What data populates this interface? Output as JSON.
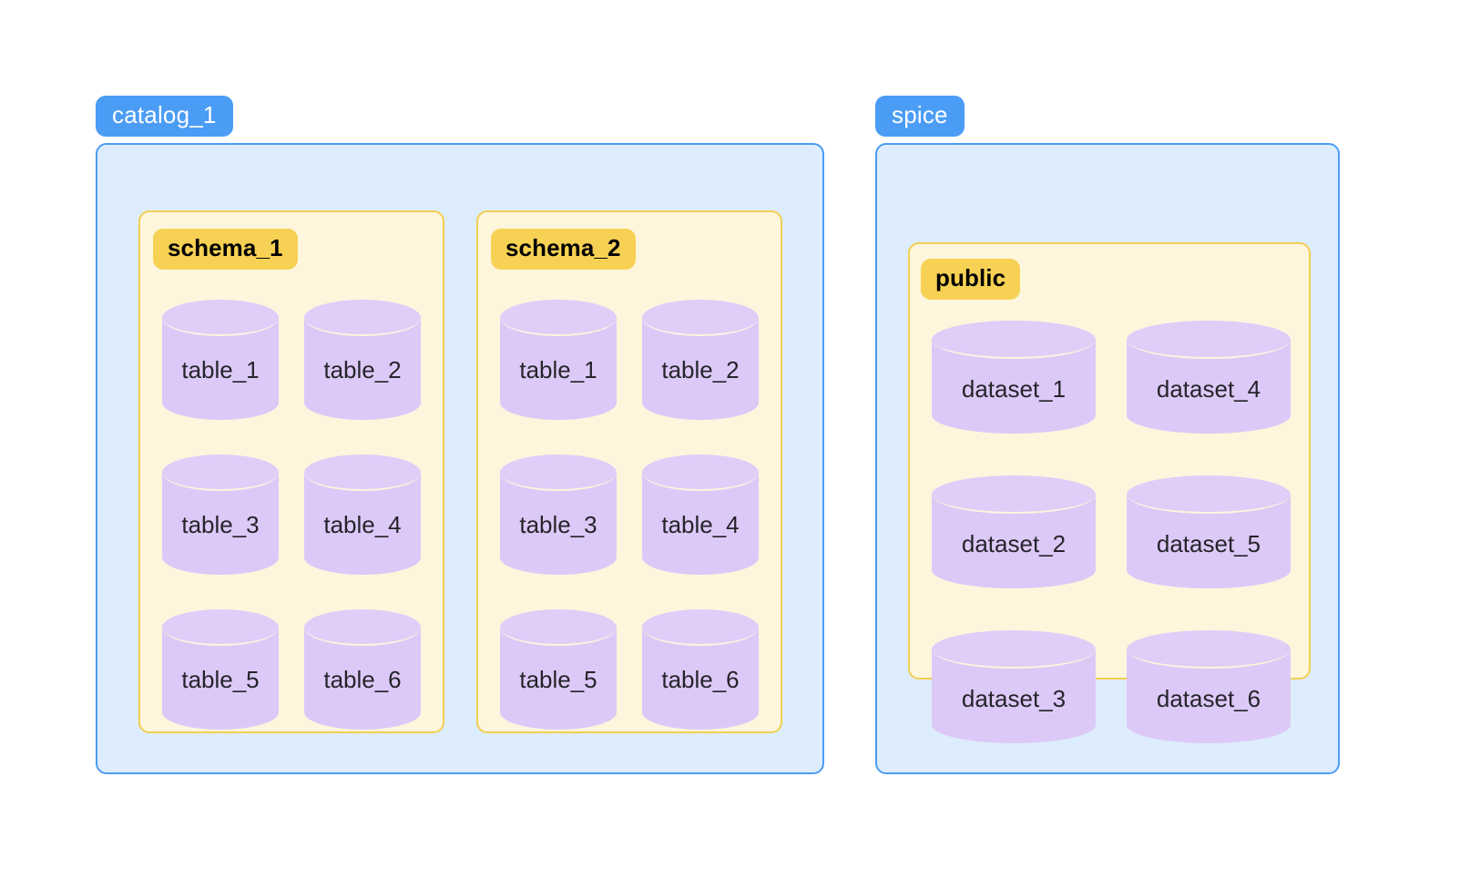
{
  "diagram": {
    "title": "Catalog / schema / table hierarchy diagram",
    "colors": {
      "catalog_badge_bg": "#4b9cf5",
      "catalog_badge_text": "#ffffff",
      "catalog_box_bg": "#ddedfd",
      "catalog_box_border": "#4b9cf5",
      "schema_badge_bg": "#f7d154",
      "schema_badge_text": "#000000",
      "schema_box_bg": "#fdf6dd",
      "schema_box_border": "#f2cf52",
      "cylinder_body": "#ddc9f7",
      "cylinder_top": "#e0cdf8",
      "cylinder_label": "#25242b",
      "page_background": "#ffffff"
    },
    "catalogs": [
      {
        "id": "catalog-1",
        "label": "catalog_1",
        "schemas": [
          {
            "id": "schema-1",
            "label": "schema_1",
            "objects": [
              {
                "label": "table_1"
              },
              {
                "label": "table_2"
              },
              {
                "label": "table_3"
              },
              {
                "label": "table_4"
              },
              {
                "label": "table_5"
              },
              {
                "label": "table_6"
              }
            ]
          },
          {
            "id": "schema-2",
            "label": "schema_2",
            "objects": [
              {
                "label": "table_1"
              },
              {
                "label": "table_2"
              },
              {
                "label": "table_3"
              },
              {
                "label": "table_4"
              },
              {
                "label": "table_5"
              },
              {
                "label": "table_6"
              }
            ]
          }
        ]
      },
      {
        "id": "catalog-spice",
        "label": "spice",
        "schemas": [
          {
            "id": "schema-public",
            "label": "public",
            "objects": [
              {
                "label": "dataset_1"
              },
              {
                "label": "dataset_4"
              },
              {
                "label": "dataset_2"
              },
              {
                "label": "dataset_5"
              },
              {
                "label": "dataset_3"
              },
              {
                "label": "dataset_6"
              }
            ]
          }
        ]
      }
    ]
  }
}
